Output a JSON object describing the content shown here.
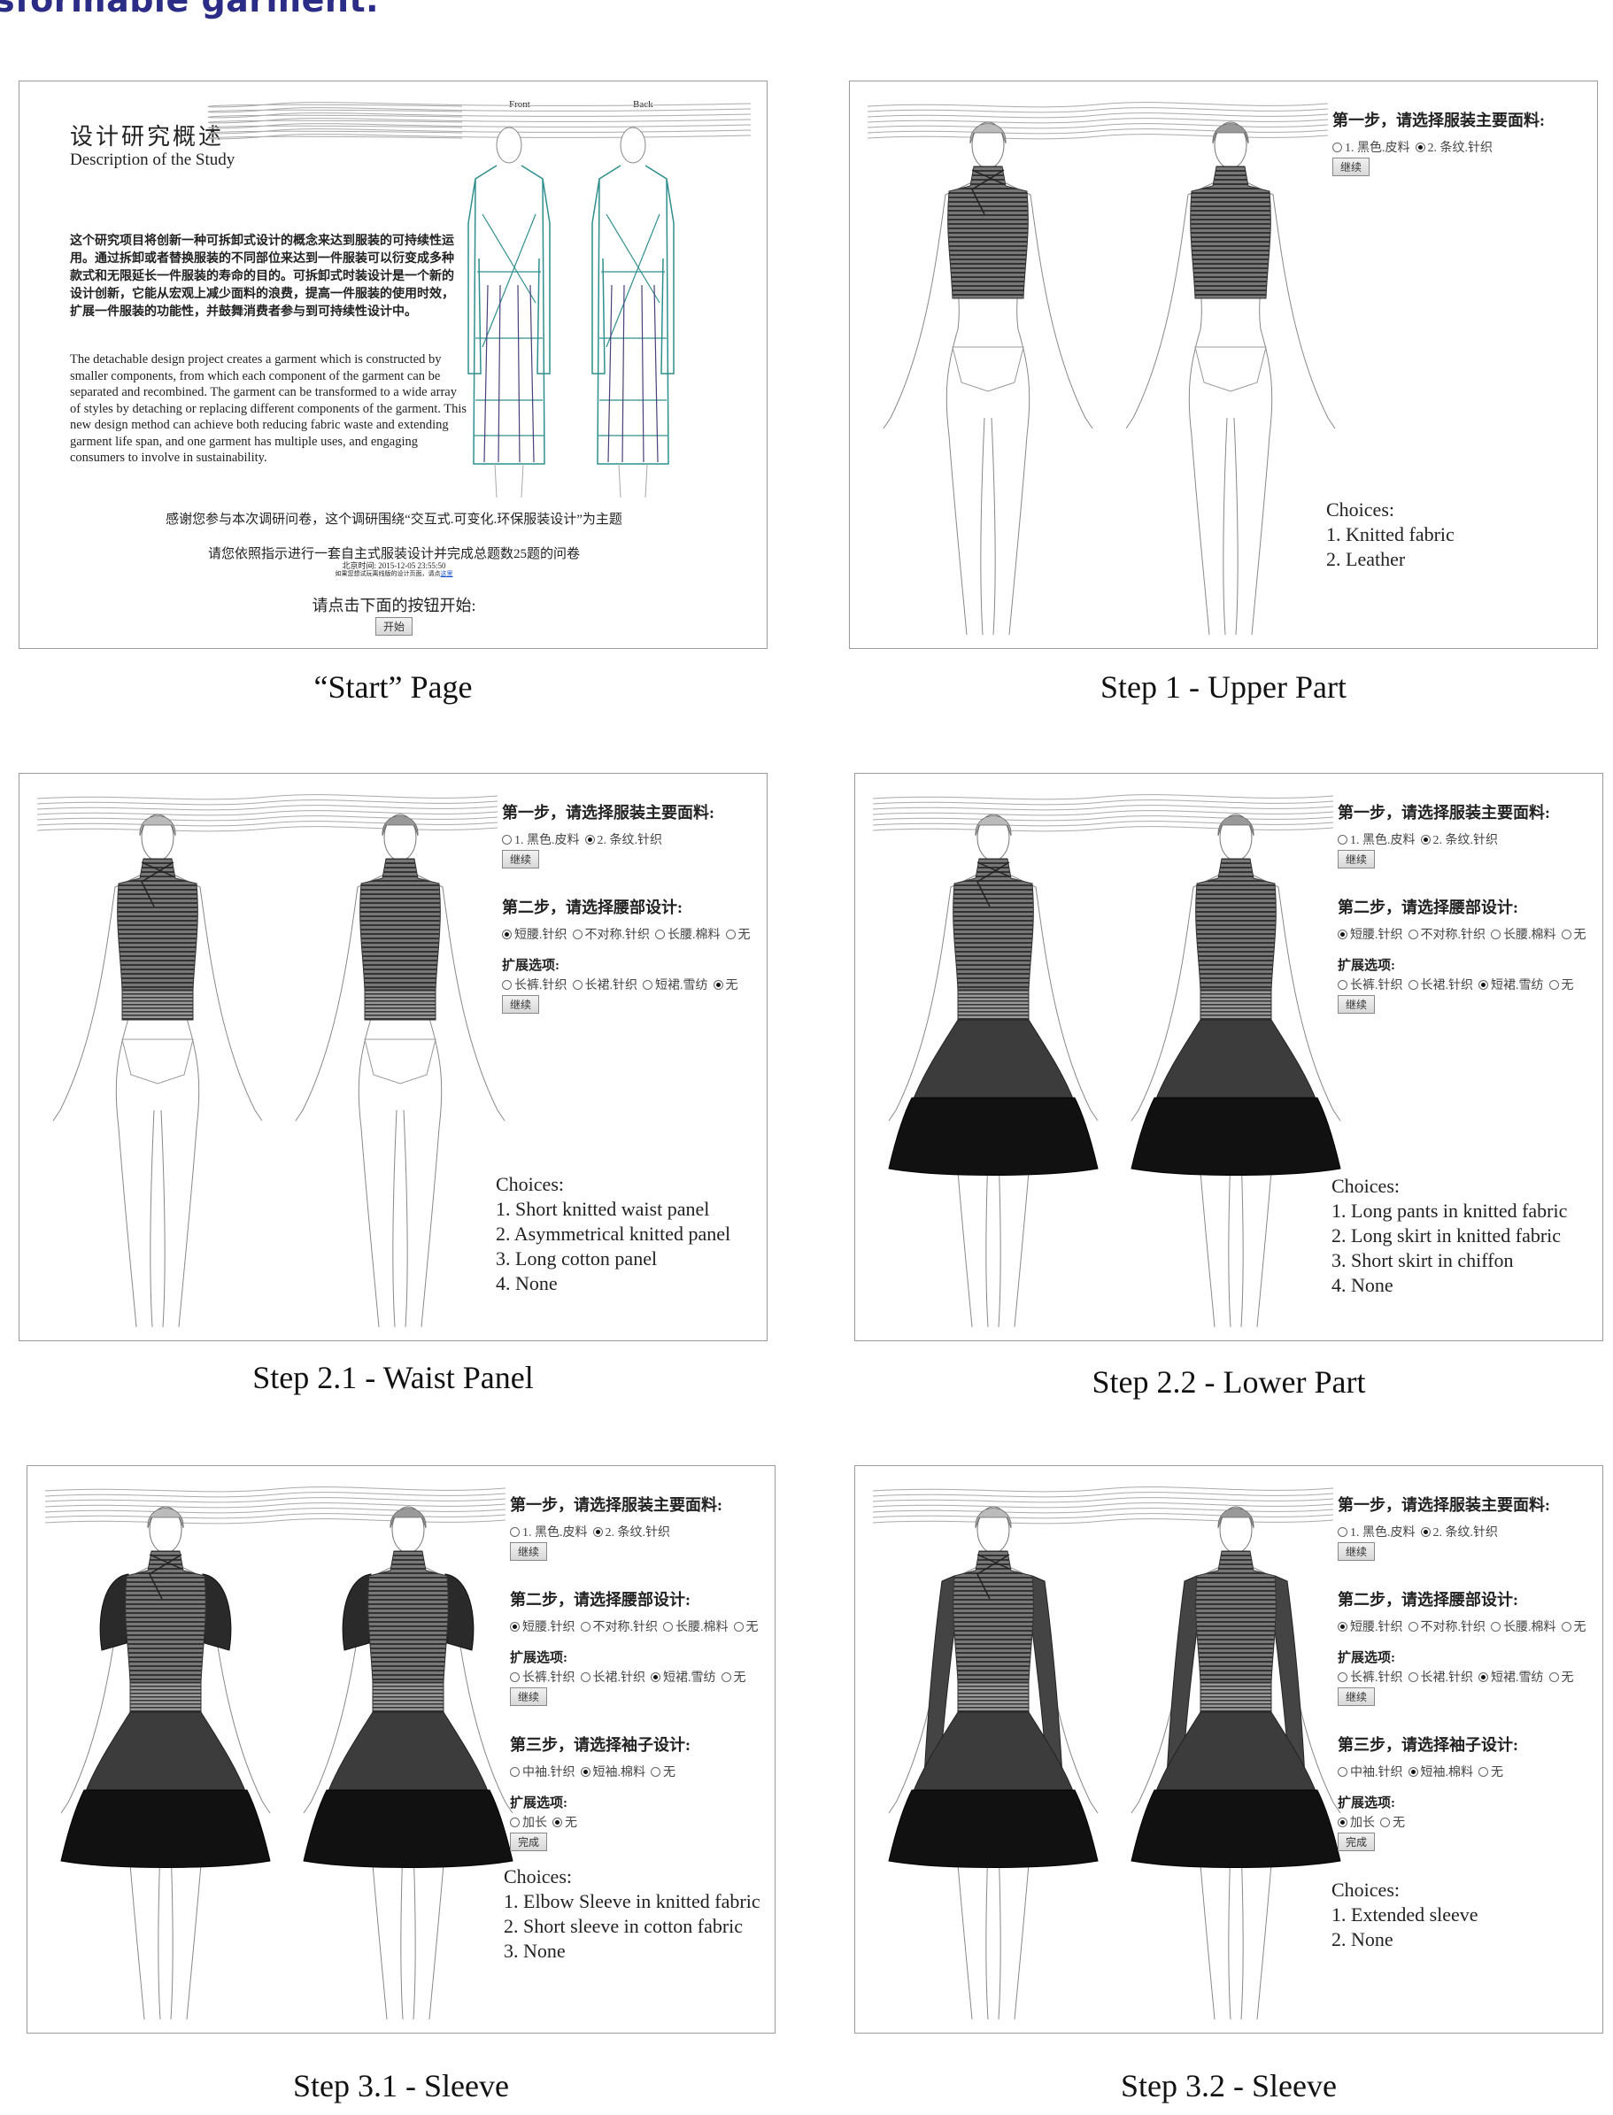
{
  "header": {
    "text": "sformable garment."
  },
  "start": {
    "caption": "“Start” Page",
    "title_cn": "设计研究概述",
    "title_en": "Description of the Study",
    "front_label": "Front",
    "back_label": "Back",
    "para_cn": "这个研究项目将创新一种可拆卸式设计的概念来达到服装的可持续性运用。通过拆卸或者替换服装的不同部位来达到一件服装可以衍变成多种款式和无限延长一件服装的寿命的目的。可拆卸式时装设计是一个新的设计创新，它能从宏观上减少面料的浪费，提高一件服装的使用时效，扩展一件服装的功能性，并鼓舞消费者参与到可持续性设计中。",
    "para_en": "The detachable design project creates a garment which is constructed by smaller components, from which each component of the garment can be separated and recombined. The garment can be transformed to a wide array of styles by detaching or replacing different components of the garment. This new design method can achieve both reducing fabric waste and extending garment life span, and one garment has multiple uses, and engaging consumers to involve in sustainability.",
    "thanks": "感谢您参与本次调研问卷，这个调研围绕“交互式.可变化.环保服装设计”为主题",
    "instruction": "请您依照指示进行一套自主式服装设计并完成总题数25题的问卷",
    "time": "北京时间: 2015-12-05 23:55:50",
    "note": "如果您想试玩离线版的设计页面，请点",
    "note_link": "这里",
    "prompt": "请点击下面的按钮开始:",
    "start_button": "开始"
  },
  "steps": [
    {
      "caption": "Step 1 - Upper Part",
      "garment": {
        "top": true,
        "waist": false,
        "skirt": false,
        "sleeve": "none"
      },
      "sections": [
        {
          "title": "第一步，请选择服装主要面料:",
          "options": [
            {
              "label": "1. 黑色.皮料",
              "checked": false
            },
            {
              "label": "2. 条纹.针织",
              "checked": true
            }
          ],
          "button": "继续"
        }
      ],
      "choices_title": "Choices:",
      "choices": [
        "1. Knitted fabric",
        "2. Leather"
      ]
    },
    {
      "caption": "Step 2.1 - Waist Panel",
      "garment": {
        "top": true,
        "waist": true,
        "skirt": false,
        "sleeve": "none"
      },
      "sections": [
        {
          "title": "第一步，请选择服装主要面料:",
          "options": [
            {
              "label": "1. 黑色.皮料",
              "checked": false
            },
            {
              "label": "2. 条纹.针织",
              "checked": true
            }
          ],
          "button": "继续"
        },
        {
          "title": "第二步，请选择腰部设计:",
          "options": [
            {
              "label": "短腰.针织",
              "checked": true
            },
            {
              "label": "不对称.针织",
              "checked": false
            },
            {
              "label": "长腰.棉料",
              "checked": false
            },
            {
              "label": "无",
              "checked": false
            }
          ]
        },
        {
          "title": "扩展选项:",
          "ext": true,
          "options": [
            {
              "label": "长裤.针织",
              "checked": false
            },
            {
              "label": "长裙.针织",
              "checked": false
            },
            {
              "label": "短裙.雪纺",
              "checked": false
            },
            {
              "label": "无",
              "checked": true
            }
          ],
          "button": "继续"
        }
      ],
      "choices_title": "Choices:",
      "choices": [
        "1. Short knitted waist panel",
        "2. Asymmetrical knitted panel",
        "3. Long cotton panel",
        "4. None"
      ]
    },
    {
      "caption": "Step 2.2 - Lower Part",
      "garment": {
        "top": true,
        "waist": true,
        "skirt": true,
        "sleeve": "none"
      },
      "sections": [
        {
          "title": "第一步，请选择服装主要面料:",
          "options": [
            {
              "label": "1. 黑色.皮料",
              "checked": false
            },
            {
              "label": "2. 条纹.针织",
              "checked": true
            }
          ],
          "button": "继续"
        },
        {
          "title": "第二步，请选择腰部设计:",
          "options": [
            {
              "label": "短腰.针织",
              "checked": true
            },
            {
              "label": "不对称.针织",
              "checked": false
            },
            {
              "label": "长腰.棉料",
              "checked": false
            },
            {
              "label": "无",
              "checked": false
            }
          ]
        },
        {
          "title": "扩展选项:",
          "ext": true,
          "options": [
            {
              "label": "长裤.针织",
              "checked": false
            },
            {
              "label": "长裙.针织",
              "checked": false
            },
            {
              "label": "短裙.雪纺",
              "checked": true
            },
            {
              "label": "无",
              "checked": false
            }
          ],
          "button": "继续"
        }
      ],
      "choices_title": "Choices:",
      "choices": [
        "1. Long pants in knitted fabric",
        "2. Long skirt in knitted fabric",
        "3. Short skirt in chiffon",
        "4. None"
      ]
    },
    {
      "caption": "Step 3.1 - Sleeve",
      "garment": {
        "top": true,
        "waist": true,
        "skirt": true,
        "sleeve": "short"
      },
      "sections": [
        {
          "title": "第一步，请选择服装主要面料:",
          "options": [
            {
              "label": "1. 黑色.皮料",
              "checked": false
            },
            {
              "label": "2. 条纹.针织",
              "checked": true
            }
          ],
          "button": "继续"
        },
        {
          "title": "第二步，请选择腰部设计:",
          "options": [
            {
              "label": "短腰.针织",
              "checked": true
            },
            {
              "label": "不对称.针织",
              "checked": false
            },
            {
              "label": "长腰.棉料",
              "checked": false
            },
            {
              "label": "无",
              "checked": false
            }
          ]
        },
        {
          "title": "扩展选项:",
          "ext": true,
          "options": [
            {
              "label": "长裤.针织",
              "checked": false
            },
            {
              "label": "长裙.针织",
              "checked": false
            },
            {
              "label": "短裙.雪纺",
              "checked": true
            },
            {
              "label": "无",
              "checked": false
            }
          ],
          "button": "继续"
        },
        {
          "title": "第三步，请选择袖子设计:",
          "options": [
            {
              "label": "中袖.针织",
              "checked": false
            },
            {
              "label": "短袖.棉料",
              "checked": true
            },
            {
              "label": "无",
              "checked": false
            }
          ]
        },
        {
          "title": "扩展选项:",
          "ext": true,
          "options": [
            {
              "label": "加长",
              "checked": false
            },
            {
              "label": "无",
              "checked": true
            }
          ],
          "button": "完成"
        }
      ],
      "choices_title": "Choices:",
      "choices": [
        "1. Elbow Sleeve in knitted fabric",
        "2. Short sleeve in cotton fabric",
        "3. None"
      ]
    },
    {
      "caption": "Step 3.2 - Sleeve",
      "garment": {
        "top": true,
        "waist": true,
        "skirt": true,
        "sleeve": "long"
      },
      "sections": [
        {
          "title": "第一步，请选择服装主要面料:",
          "options": [
            {
              "label": "1. 黑色.皮料",
              "checked": false
            },
            {
              "label": "2. 条纹.针织",
              "checked": true
            }
          ],
          "button": "继续"
        },
        {
          "title": "第二步，请选择腰部设计:",
          "options": [
            {
              "label": "短腰.针织",
              "checked": true
            },
            {
              "label": "不对称.针织",
              "checked": false
            },
            {
              "label": "长腰.棉料",
              "checked": false
            },
            {
              "label": "无",
              "checked": false
            }
          ]
        },
        {
          "title": "扩展选项:",
          "ext": true,
          "options": [
            {
              "label": "长裤.针织",
              "checked": false
            },
            {
              "label": "长裙.针织",
              "checked": false
            },
            {
              "label": "短裙.雪纺",
              "checked": true
            },
            {
              "label": "无",
              "checked": false
            }
          ],
          "button": "继续"
        },
        {
          "title": "第三步，请选择袖子设计:",
          "options": [
            {
              "label": "中袖.针织",
              "checked": false
            },
            {
              "label": "短袖.棉料",
              "checked": true
            },
            {
              "label": "无",
              "checked": false
            }
          ]
        },
        {
          "title": "扩展选项:",
          "ext": true,
          "options": [
            {
              "label": "加长",
              "checked": true
            },
            {
              "label": "无",
              "checked": false
            }
          ],
          "button": "完成"
        }
      ],
      "choices_title": "Choices:",
      "choices": [
        "1. Extended sleeve",
        "2. None"
      ]
    }
  ],
  "colors": {
    "header": "#2b2c86",
    "top": "#5a5a5a",
    "skirt": "#3c3c3c",
    "ruffle": "#111111",
    "sketch_teal": "#2f8f8f",
    "sketch_purple": "#4a3f7a"
  }
}
